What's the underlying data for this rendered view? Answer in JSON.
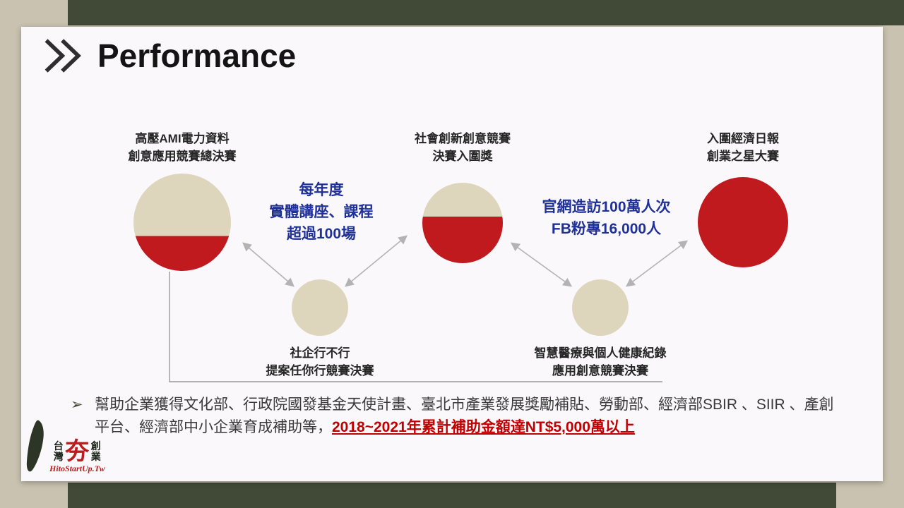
{
  "title": "Performance",
  "milestones": {
    "top": [
      {
        "line1": "高壓AMI電力資料",
        "line2": "創意應用競賽總決賽"
      },
      {
        "line1": "社會創新創意競賽",
        "line2": "決賽入圍獎"
      },
      {
        "line1": "入圍經濟日報",
        "line2": "創業之星大賽"
      }
    ],
    "bottom": [
      {
        "line1": "社企行不行",
        "line2": "提案任你行競賽決賽"
      },
      {
        "line1": "智慧醫療與個人健康紀錄",
        "line2": "應用創意競賽決賽"
      }
    ]
  },
  "highlights": {
    "left": {
      "line1": "每年度",
      "line2": "實體講座、課程",
      "line3": "超過100場"
    },
    "right": {
      "line1": "官網造訪100萬人次",
      "line2": "FB粉專16,000人"
    }
  },
  "footer": {
    "bullet": "➢",
    "text": "幫助企業獲得文化部、行政院國發基金天使計畫、臺北市產業發展獎勵補貼、勞動部、經濟部SBIR 、SIIR 、產創平台、經濟部中小企業育成補助等，",
    "highlight": "2018~2021年累計補助金額達NT$5,000萬以上"
  },
  "logo": {
    "chars_left": "台灣",
    "char_main": "夯",
    "chars_right": "創業",
    "subtitle": "HitoStartUp.Tw"
  },
  "colors": {
    "accent_red": "#c01a1e",
    "circle_beige": "#ded5bd",
    "note_blue": "#1f3099",
    "frame_green": "#414a37",
    "frame_beige": "#c9c2b0",
    "footer_red": "#c00000"
  }
}
